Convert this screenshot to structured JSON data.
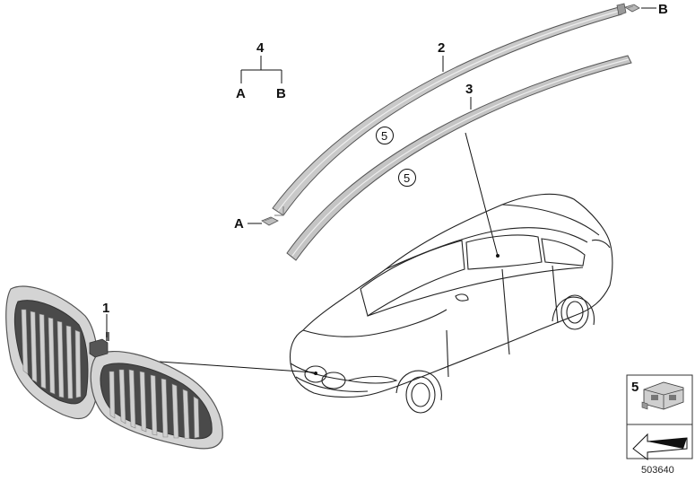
{
  "callouts": {
    "grille": "1",
    "roof_strip_left": "2",
    "roof_strip_right": "3",
    "clip_assembly": "4",
    "clip_a": "A",
    "clip_b": "B",
    "circled_ref_strip2": "5",
    "circled_ref_strip3": "5",
    "end_label_a": "A",
    "end_label_b": "B"
  },
  "legend_box": {
    "item_number": "5"
  },
  "reference_number": "503640"
}
